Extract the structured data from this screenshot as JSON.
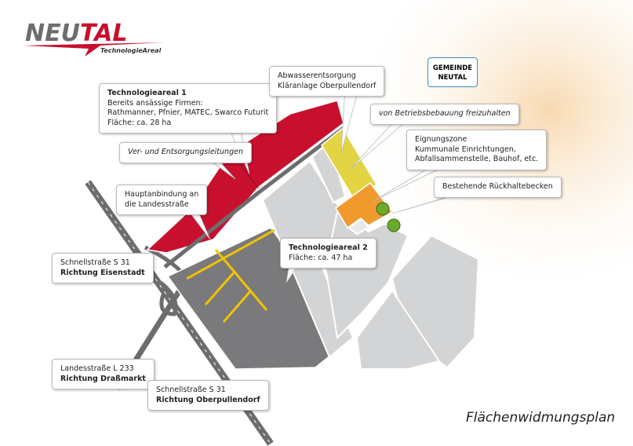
{
  "logo": {
    "brand": "NEUTAL",
    "sub": "TechnologieAreal"
  },
  "map_title": "Flächenwidmungsplan",
  "municipality": {
    "line1": "GEMEINDE",
    "line2": "NEUTAL"
  },
  "callouts": {
    "ta1": {
      "title": "Technologieareal 1",
      "l1": "Bereits ansässige Firmen:",
      "l2": "Rathmanner, Pfnier, MATEC, Swarco Futurit",
      "l3": "Fläche: ca. 28 ha"
    },
    "ver": "Ver- und Entsorgungsleitungen",
    "haupt": {
      "l1": "Hauptanbindung an",
      "l2": "die Landesstraße"
    },
    "s31e": {
      "l1": "Schnellstraße S 31",
      "l2": "Richtung Eisenstadt"
    },
    "l233": {
      "l1": "Landesstraße L 233",
      "l2": "Richtung Draßmarkt"
    },
    "s31o": {
      "l1": "Schnellstraße S 31",
      "l2": "Richtung Oberpullendorf"
    },
    "ta2": {
      "title": "Technologieareal 2",
      "l1": "Fläche: ca. 47 ha"
    },
    "abw": {
      "l1": "Abwasserentsorgung",
      "l2": "Kläranlage Oberpullendorf"
    },
    "frei": "von Betriebsbebauung freizuhalten",
    "eig": {
      "l1": "Eignungszone",
      "l2": "Kummunale Einrichtungen,",
      "l3": "Abfallsammenstelle, Bauhof, etc."
    },
    "rueck": "Bestehende Rückhaltebecken"
  },
  "colors": {
    "red": "#c8102e",
    "gray": "#7a7a7c",
    "light": "#d2d4d6",
    "yellow": "#e3d444",
    "orange": "#f09a2e",
    "green": "#6aaa2a",
    "accent": "#3a8cc8"
  }
}
